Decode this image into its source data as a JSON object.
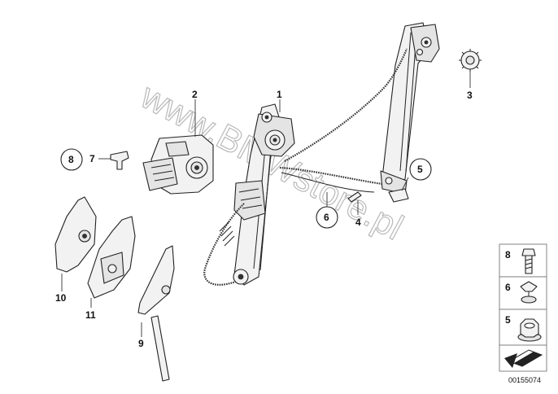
{
  "watermark": "www.BMWstore.pl",
  "callouts": {
    "p1": "1",
    "p2": "2",
    "p3": "3",
    "p4": "4",
    "p5": "5",
    "p6": "6",
    "p7": "7",
    "p8": "8",
    "p9": "9",
    "p10": "10",
    "p11": "11"
  },
  "legend": {
    "item8": "8",
    "item6": "6",
    "item5": "5"
  },
  "document_id": "00155074"
}
